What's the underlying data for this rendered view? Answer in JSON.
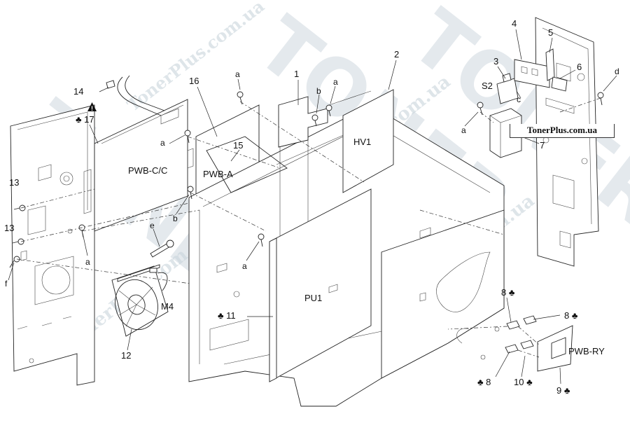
{
  "watermarks": [
    "TONER",
    "TONER",
    "TONER",
    "TonerPlus.com.ua",
    "TonerPlus.com.ua",
    "TonerPlus.com.ua",
    "TonerPlus.com.ua"
  ],
  "site_label": "TonerPlus.com.ua",
  "warning_symbol": "!",
  "callouts": {
    "c1": "1",
    "c2": "2",
    "c3": "3",
    "c4": "4",
    "c5": "5",
    "c6": "6",
    "c7": "7",
    "c8a": "8 ♣",
    "c8b": "8 ♣",
    "c8c": "♣ 8",
    "c9": "9 ♣",
    "c10": "10 ♣",
    "c11": "♣ 11",
    "c12": "12",
    "c13a": "13",
    "c13b": "13",
    "c14": "14",
    "c15": "15",
    "c16": "16",
    "c17": "♣ 17",
    "a1": "a",
    "a2": "a",
    "a3": "a",
    "a4": "a",
    "a5": "a",
    "a6": "a",
    "b1": "b",
    "b2": "b",
    "c": "c",
    "d": "d",
    "e": "e",
    "f": "f",
    "s2": "S2",
    "hv1": "HV1",
    "pwbcc": "PWB-C/C",
    "pwba": "PWB-A",
    "pu1": "PU1",
    "m4": "M4",
    "pwbry": "PWB-RY"
  }
}
